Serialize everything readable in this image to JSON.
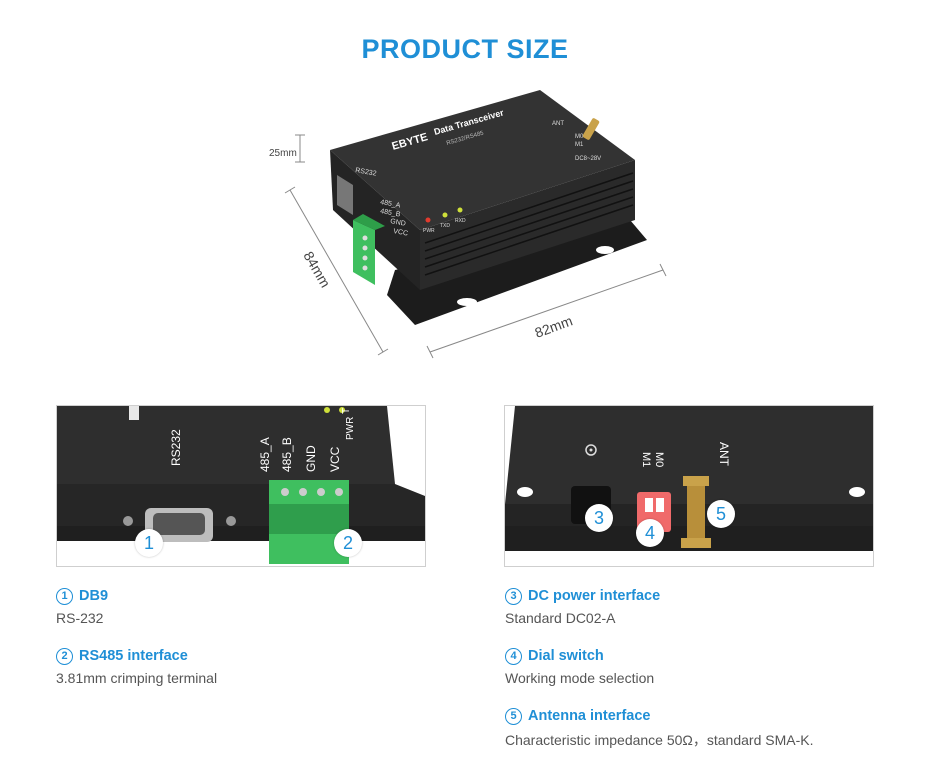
{
  "page": {
    "title": "PRODUCT SIZE"
  },
  "product": {
    "brand": "EBYTE",
    "device_title": "Data Transceiver",
    "device_subtitle": "RS232/RS485",
    "labels": {
      "ant": "ANT",
      "m0": "M0",
      "m1": "M1",
      "power": "DC8~28V",
      "rs232": "RS232",
      "a485": "485_A",
      "b485": "485_B",
      "gnd": "GND",
      "vcc": "VCC",
      "pwr": "PWR",
      "txd": "TXD",
      "rxd": "RXD"
    },
    "dimensions": {
      "height": "25mm",
      "depth": "84mm",
      "width": "82mm"
    }
  },
  "photos": {
    "left": {
      "labels": {
        "rs232": "RS232",
        "a485": "485_A",
        "b485": "485_B",
        "gnd": "GND",
        "vcc": "VCC",
        "pwr": "PWR",
        "t": "T"
      },
      "callouts": [
        "1",
        "2"
      ]
    },
    "right": {
      "labels": {
        "ant": "ANT",
        "m0": "M0",
        "m1": "M1"
      },
      "callouts": [
        "3",
        "4",
        "5"
      ]
    }
  },
  "features": [
    {
      "num": "1",
      "title": "DB9",
      "desc": "RS-232"
    },
    {
      "num": "2",
      "title": "RS485 interface",
      "desc": "3.81mm crimping terminal"
    },
    {
      "num": "3",
      "title": "DC power interface",
      "desc": "Standard DC02-A"
    },
    {
      "num": "4",
      "title": "Dial switch",
      "desc": "Working mode selection"
    },
    {
      "num": "5",
      "title": "Antenna interface",
      "desc": "Characteristic impedance 50Ω，standard SMA-K."
    }
  ],
  "colors": {
    "accent": "#1f8fd6",
    "device_body": "#2b2b2b",
    "terminal_green": "#3fbf5f",
    "antenna_gold": "#c9a24a",
    "switch_red": "#f06a6a"
  }
}
